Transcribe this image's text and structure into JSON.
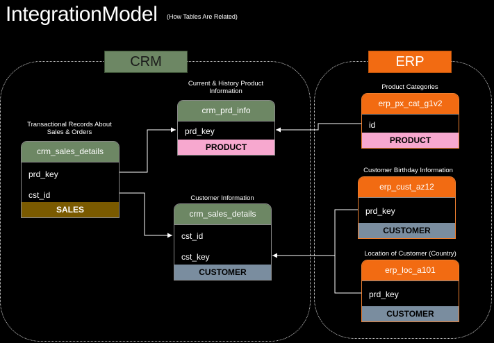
{
  "title": "IntegrationModel",
  "subtitle": "(How Tables Are Related)",
  "groups": {
    "crm": "CRM",
    "erp": "ERP"
  },
  "tables": {
    "crm_sales_details_left": {
      "caption_line1": "Transactional Records  About",
      "caption_line2": "Sales & Orders",
      "name": "crm_sales_details",
      "fields": [
        "prd_key",
        "cst_id"
      ],
      "footer": "SALES"
    },
    "crm_prd_info": {
      "caption_line1": "Current & History Product",
      "caption_line2": "Information",
      "name": "crm_prd_info",
      "fields": [
        "prd_key"
      ],
      "footer": "PRODUCT"
    },
    "crm_sales_details_cust": {
      "caption_line1": "Customer Information",
      "name": "crm_sales_details",
      "fields": [
        "cst_id",
        "cst_key"
      ],
      "footer": "CUSTOMER"
    },
    "erp_px_cat_g1v2": {
      "caption_line1": "Product Categories",
      "name": "erp_px_cat_g1v2",
      "fields": [
        "id"
      ],
      "footer": "PRODUCT"
    },
    "erp_cust_az12": {
      "caption_line1": "Customer Birthday Information",
      "name": "erp_cust_az12",
      "fields": [
        "prd_key"
      ],
      "footer": "CUSTOMER"
    },
    "erp_loc_a101": {
      "caption_line1": "Location of Customer (Country)",
      "name": "erp_loc_a101",
      "fields": [
        "prd_key"
      ],
      "footer": "CUSTOMER"
    }
  },
  "colors": {
    "crm_header": "#6d8764",
    "erp_header": "#f26b12",
    "sales_footer": "#7a5a00",
    "product_footer": "#f7a8cf",
    "customer_footer": "#7a8d9f"
  }
}
